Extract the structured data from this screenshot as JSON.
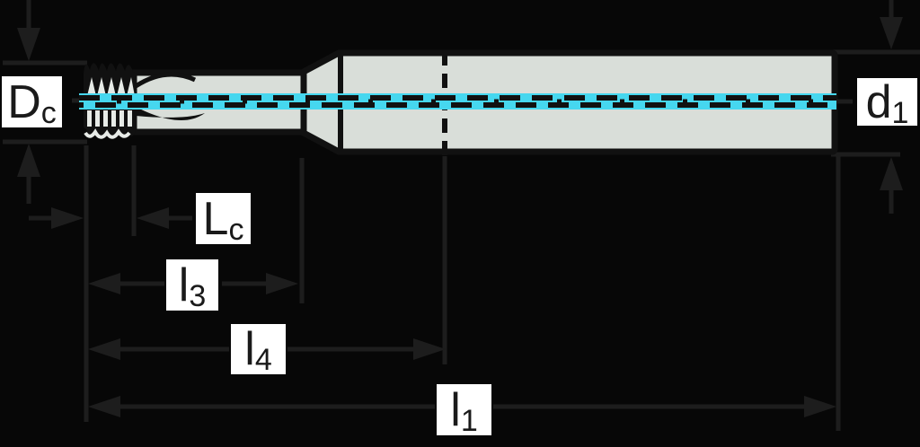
{
  "figure": {
    "type": "technical-dimension-drawing",
    "labels": {
      "dc": {
        "main": "D",
        "sub": "c"
      },
      "d1": {
        "main": "d",
        "sub": "1"
      },
      "lc": {
        "main": "L",
        "sub": "c"
      },
      "l3": {
        "main": "l",
        "sub": "3"
      },
      "l4": {
        "main": "l",
        "sub": "4"
      },
      "l1": {
        "main": "l",
        "sub": "1"
      }
    },
    "colors": {
      "background": "#070707",
      "dim_line": "#1d1d1d",
      "outline": "#111111",
      "body_fill": "#d9ded9",
      "detail_fill": "#e7ebe7",
      "centerline_cyan": "#46d7ef",
      "label_bg": "#ffffff",
      "label_text": "#1a1a1a"
    }
  }
}
